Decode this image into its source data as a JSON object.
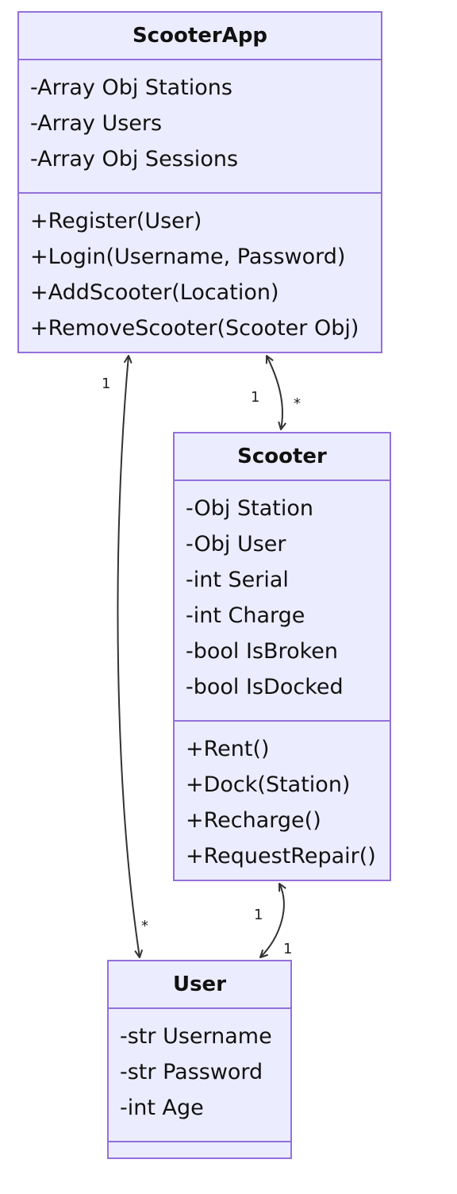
{
  "classes": {
    "scooterapp": {
      "name": "ScooterApp",
      "attributes": [
        "-Array Obj Stations",
        "-Array Users",
        "-Array Obj Sessions"
      ],
      "methods": [
        "+Register(User)",
        "+Login(Username, Password)",
        "+AddScooter(Location)",
        "+RemoveScooter(Scooter Obj)"
      ]
    },
    "scooter": {
      "name": "Scooter",
      "attributes": [
        "-Obj Station",
        "-Obj User",
        "-int Serial",
        "-int Charge",
        "-bool IsBroken",
        "-bool IsDocked"
      ],
      "methods": [
        "+Rent()",
        "+Dock(Station)",
        "+Recharge()",
        "+RequestRepair()"
      ]
    },
    "user": {
      "name": "User",
      "attributes": [
        "-str Username",
        "-str Password",
        "-int Age"
      ],
      "methods": []
    }
  },
  "relations": [
    {
      "from": "ScooterApp",
      "to": "User",
      "from_multiplicity": "1",
      "to_multiplicity": "*"
    },
    {
      "from": "ScooterApp",
      "to": "Scooter",
      "from_multiplicity": "1",
      "to_multiplicity": "*"
    },
    {
      "from": "Scooter",
      "to": "User",
      "from_multiplicity": "1",
      "to_multiplicity": "1"
    }
  ],
  "colors": {
    "class_fill": "#ECECFF",
    "class_border": "#9370DB",
    "edge": "#333333"
  }
}
